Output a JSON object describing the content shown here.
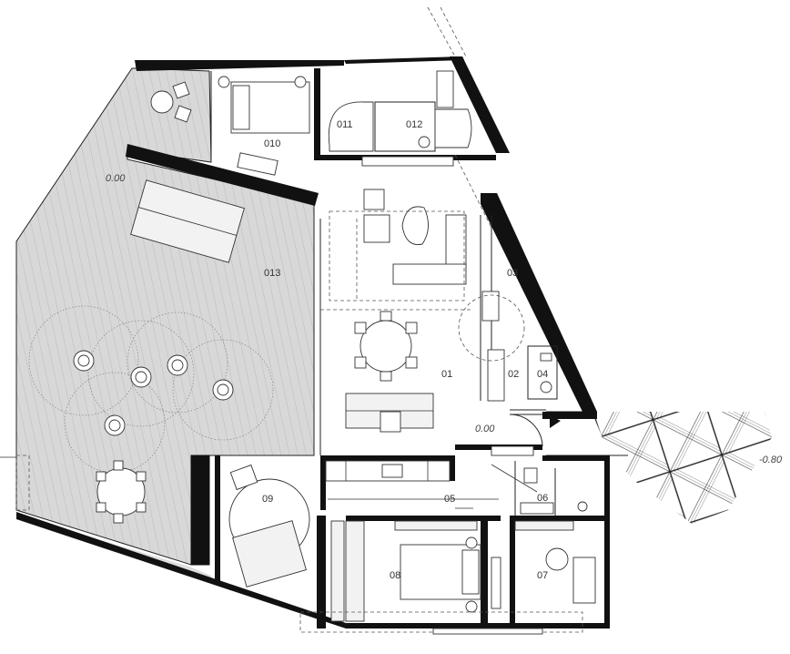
{
  "rooms": {
    "r01": "01",
    "r02": "02",
    "r03": "03",
    "r04": "04",
    "r05": "05",
    "r06": "06",
    "r07": "07",
    "r08": "08",
    "r09": "09",
    "r010": "010",
    "r011": "011",
    "r012": "012",
    "r013": "013"
  },
  "levels": {
    "terrace": "0.00",
    "interior": "0.00",
    "exterior": "-0.80"
  }
}
